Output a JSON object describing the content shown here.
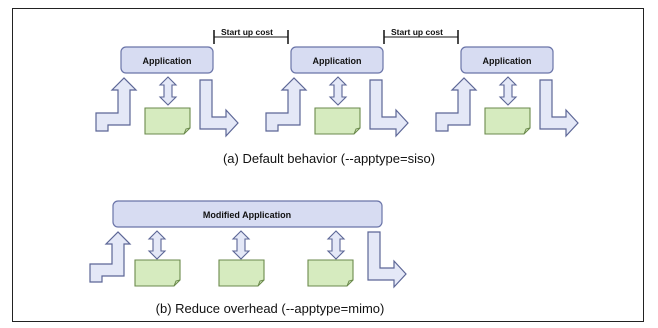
{
  "diagram": {
    "top": {
      "app_labels": [
        "Application",
        "Application",
        "Application"
      ],
      "startup_labels": [
        "Start up cost",
        "Start up cost"
      ],
      "caption": "(a) Default behavior (--apptype=siso)"
    },
    "bottom": {
      "app_label": "Modified Application",
      "caption": "(b) Reduce overhead (--apptype=mimo)"
    }
  },
  "colors": {
    "app_fill": "#d7dcf2",
    "app_stroke": "#6a74a8",
    "arrow_fill": "#e4e8f7",
    "arrow_stroke": "#5c6696",
    "doc_fill": "#d6ebbf",
    "doc_stroke": "#6b8a4c",
    "frame": "#222222"
  }
}
